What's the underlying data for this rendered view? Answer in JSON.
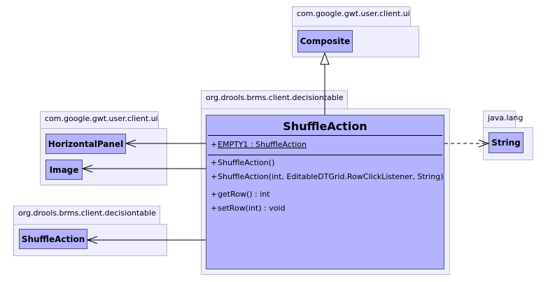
{
  "packages": {
    "composite_pkg": "com.google.gwt.user.client.ui",
    "widgets_pkg": "com.google.gwt.user.client.ui",
    "main_pkg": "org.drools.brms.client.decisiontable",
    "lang_pkg": "java.lang",
    "lower_pkg": "org.drools.brms.client.decisiontable"
  },
  "classes": {
    "composite": "Composite",
    "horizontal_panel": "HorizontalPanel",
    "image": "Image",
    "string": "String",
    "shuffle_action_ref": "ShuffleAction"
  },
  "main_class": {
    "name": "ShuffleAction",
    "fields": [
      {
        "visibility": "+",
        "text": "EMPTY1 : ShuffleAction"
      }
    ],
    "constructors": [
      {
        "visibility": "+",
        "text": "ShuffleAction()"
      },
      {
        "visibility": "+",
        "text": "ShuffleAction(int, EditableDTGrid.RowClickListener, String)"
      }
    ],
    "methods": [
      {
        "visibility": "+",
        "text": "getRow() : int"
      },
      {
        "visibility": "+",
        "text": "setRow(int) : void"
      }
    ]
  }
}
